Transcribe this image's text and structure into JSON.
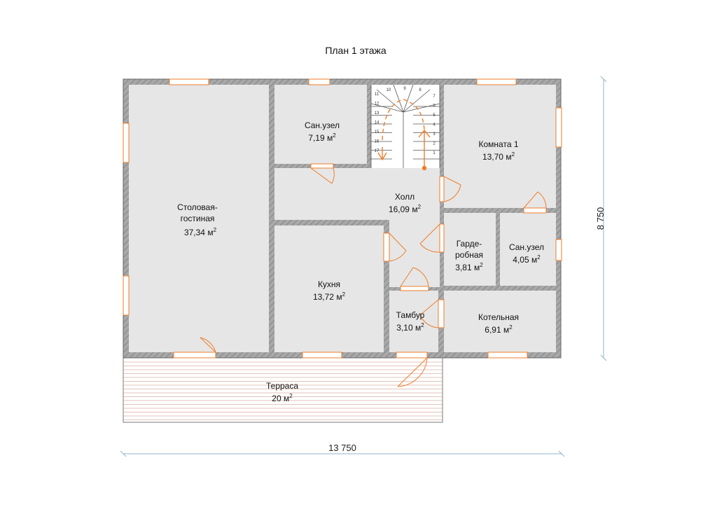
{
  "title": "План 1 этажа",
  "dimensions": {
    "width": "13 750",
    "height": "8 750"
  },
  "rooms": [
    {
      "id": "living",
      "name_lines": [
        "Столовая-",
        "гостиная"
      ],
      "area": "37,34 м",
      "sup": "2"
    },
    {
      "id": "bath1",
      "name_lines": [
        "Сан.узел"
      ],
      "area": "7,19 м",
      "sup": "2"
    },
    {
      "id": "hall",
      "name_lines": [
        "Холл"
      ],
      "area": "16,09 м",
      "sup": "2"
    },
    {
      "id": "room1",
      "name_lines": [
        "Комната 1"
      ],
      "area": "13,70 м",
      "sup": "2"
    },
    {
      "id": "wardrobe",
      "name_lines": [
        "Гарде-",
        "робная"
      ],
      "area": "3,81 м",
      "sup": "2"
    },
    {
      "id": "bath2",
      "name_lines": [
        "Сан.узел"
      ],
      "area": "4,05 м",
      "sup": "2"
    },
    {
      "id": "kitchen",
      "name_lines": [
        "Кухня"
      ],
      "area": "13,72 м",
      "sup": "2"
    },
    {
      "id": "vestibule",
      "name_lines": [
        "Тамбур"
      ],
      "area": "3,10 м",
      "sup": "2"
    },
    {
      "id": "boiler",
      "name_lines": [
        "Котельная"
      ],
      "area": "6,91 м",
      "sup": "2"
    },
    {
      "id": "terrace",
      "name_lines": [
        "Терраса"
      ],
      "area": "20 м",
      "sup": "2"
    }
  ],
  "stair_numbers_left": [
    "11",
    "12",
    "13",
    "14",
    "15",
    "16",
    "17"
  ],
  "stair_numbers_right": [
    "7",
    "6",
    "5",
    "4",
    "3",
    "2",
    "1"
  ],
  "stair_numbers_turn": [
    "10",
    "9",
    "8"
  ],
  "colors": {
    "wall": "#9a9a9a",
    "floor": "#e6e6e6",
    "accent": "#f07d2a",
    "terrace_line": "#c88a7a"
  }
}
